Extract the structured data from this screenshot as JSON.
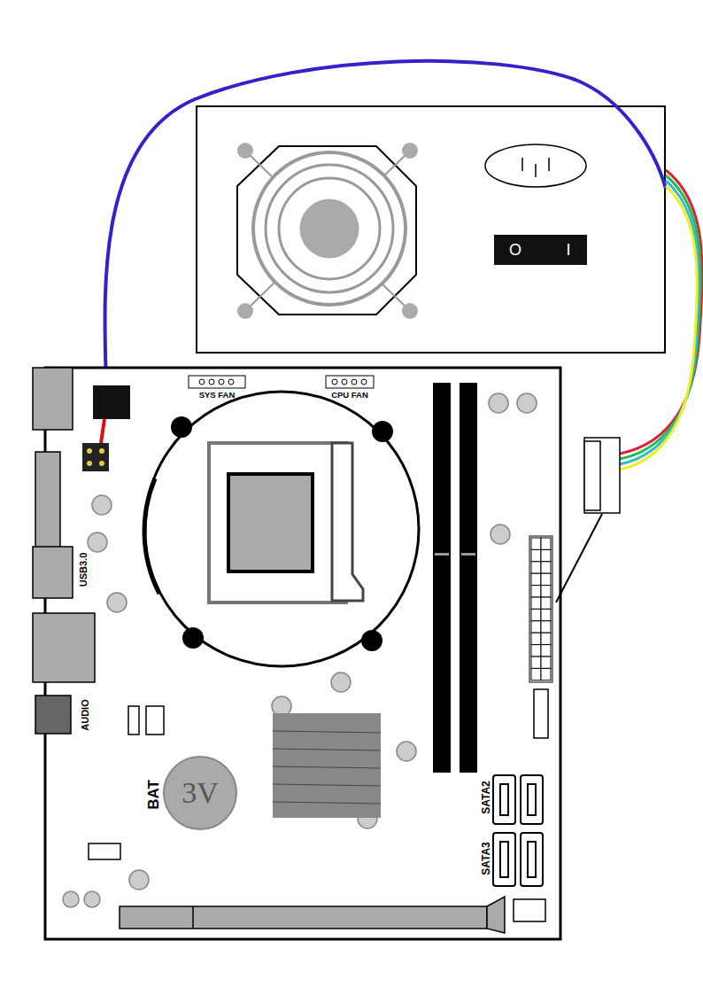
{
  "diagram": {
    "nodes": [
      {
        "text": [
          "3V"
        ]
      }
    ],
    "labels": [
      "SYS FAN",
      "CPU FAN",
      "USB3.0",
      "AUDIO",
      "BAT",
      "SATA2",
      "SATA3",
      "O",
      "I"
    ]
  }
}
